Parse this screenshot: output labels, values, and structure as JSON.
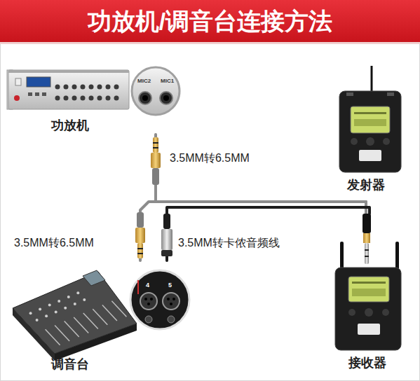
{
  "diagram": {
    "title": "功放机/调音台连接方法",
    "nodes": [
      {
        "text": [
          "功放机"
        ]
      },
      {
        "text": [
          "发射器"
        ]
      },
      {
        "text": [
          "调音台"
        ]
      },
      {
        "text": [
          "接收器"
        ]
      }
    ],
    "edges": [
      {
        "from": 3,
        "to": 0,
        "arrow": "none",
        "label": "3.5MM转6.5MM"
      },
      {
        "from": 3,
        "to": 2,
        "arrow": "none",
        "label": "3.5MM转6.5MM"
      },
      {
        "from": 3,
        "to": 2,
        "arrow": "none",
        "label": "3.5MM转卡侬音频线"
      }
    ],
    "labels": [
      "MIC2",
      "MIC1",
      "4",
      "5"
    ]
  }
}
